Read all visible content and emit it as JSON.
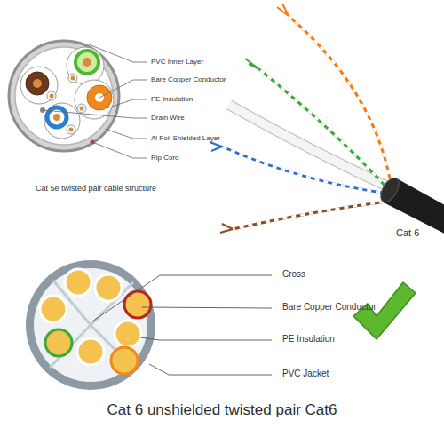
{
  "diagram": {
    "caption": "Cat 6 unshielded twisted pair Cat6",
    "labels": [
      "PVC Inner Layer",
      "Bare Copper Conductor",
      "PE Insulation",
      "Drain Wire",
      "Al Foil Shielded Layer",
      "Rip Cord",
      "Cat 5e twisted pair cable structure",
      "Cat 6",
      "Cross",
      "Bare Copper Conductor",
      "PE Insulation",
      "PVC Jacket"
    ]
  }
}
